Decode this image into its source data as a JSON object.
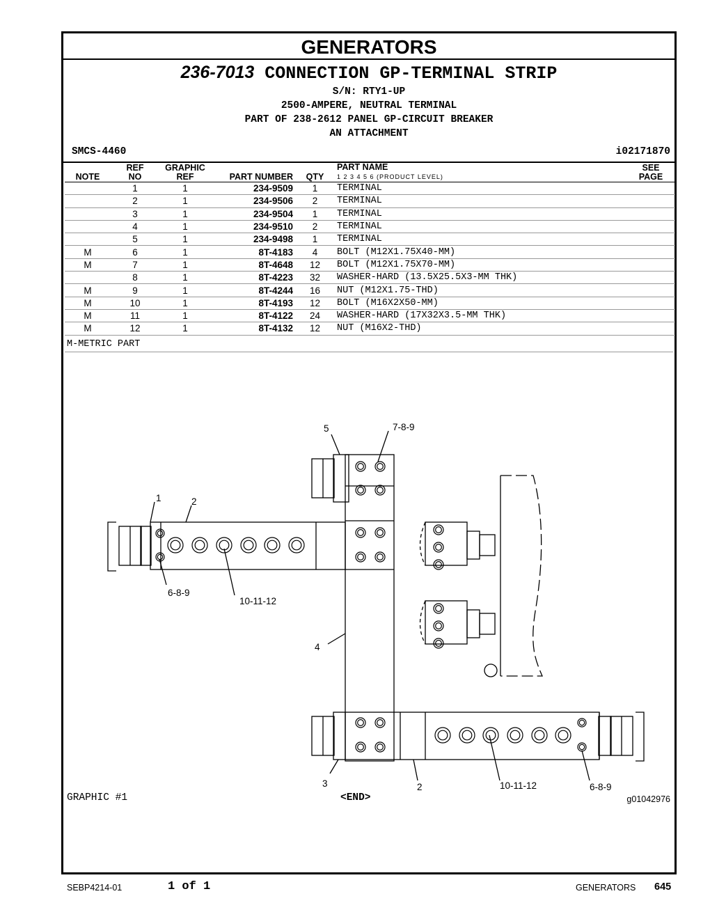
{
  "section": "GENERATORS",
  "group": {
    "number": "236-7013",
    "name": "CONNECTION GP-TERMINAL STRIP",
    "sn": "S/N: RTY1-UP",
    "desc1": "2500-AMPERE, NEUTRAL TERMINAL",
    "desc2": "PART OF 238-2612 PANEL GP-CIRCUIT BREAKER",
    "desc3": "AN ATTACHMENT",
    "smcs": "SMCS-4460",
    "id": "i02171870"
  },
  "columns": {
    "note": "NOTE",
    "ref_top": "REF",
    "ref_bottom": "NO",
    "graphic_top": "GRAPHIC",
    "graphic_bottom": "REF",
    "part_number": "PART NUMBER",
    "qty": "QTY",
    "part_name": "PART NAME",
    "product_levels": "1   2   3   4   5   6   (PRODUCT LEVEL)",
    "see_top": "SEE",
    "see_bottom": "PAGE"
  },
  "rows": [
    {
      "note": "",
      "ref": "1",
      "graphic": "1",
      "pn": "234-9509",
      "qty": "1",
      "name": "TERMINAL"
    },
    {
      "note": "",
      "ref": "2",
      "graphic": "1",
      "pn": "234-9506",
      "qty": "2",
      "name": "TERMINAL"
    },
    {
      "note": "",
      "ref": "3",
      "graphic": "1",
      "pn": "234-9504",
      "qty": "1",
      "name": "TERMINAL"
    },
    {
      "note": "",
      "ref": "4",
      "graphic": "1",
      "pn": "234-9510",
      "qty": "2",
      "name": "TERMINAL"
    },
    {
      "note": "",
      "ref": "5",
      "graphic": "1",
      "pn": "234-9498",
      "qty": "1",
      "name": "TERMINAL"
    },
    {
      "note": "M",
      "ref": "6",
      "graphic": "1",
      "pn": "8T-4183",
      "qty": "4",
      "name": "BOLT (M12X1.75X40-MM)"
    },
    {
      "note": "M",
      "ref": "7",
      "graphic": "1",
      "pn": "8T-4648",
      "qty": "12",
      "name": "BOLT (M12X1.75X70-MM)"
    },
    {
      "note": "",
      "ref": "8",
      "graphic": "1",
      "pn": "8T-4223",
      "qty": "32",
      "name": "WASHER-HARD (13.5X25.5X3-MM THK)"
    },
    {
      "note": "M",
      "ref": "9",
      "graphic": "1",
      "pn": "8T-4244",
      "qty": "16",
      "name": "NUT (M12X1.75-THD)"
    },
    {
      "note": "M",
      "ref": "10",
      "graphic": "1",
      "pn": "8T-4193",
      "qty": "12",
      "name": "BOLT (M16X2X50-MM)"
    },
    {
      "note": "M",
      "ref": "11",
      "graphic": "1",
      "pn": "8T-4122",
      "qty": "24",
      "name": "WASHER-HARD (17X32X3.5-MM THK)"
    },
    {
      "note": "M",
      "ref": "12",
      "graphic": "1",
      "pn": "8T-4132",
      "qty": "12",
      "name": "NUT (M16X2-THD)"
    }
  ],
  "metric_note": "M-METRIC PART",
  "callouts": {
    "c5": "5",
    "c789": "7-8-9",
    "c1": "1",
    "c2a": "2",
    "c689a": "6-8-9",
    "c101112a": "10-11-12",
    "c4": "4",
    "c3": "3",
    "c2b": "2",
    "c101112b": "10-11-12",
    "c689b": "6-8-9"
  },
  "graphic_label": "GRAPHIC #1",
  "end_label": "<END>",
  "graphic_number": "g01042976",
  "footer": {
    "doc": "SEBP4214-01",
    "pages": "1 of 1",
    "section": "GENERATORS",
    "page": "645"
  }
}
